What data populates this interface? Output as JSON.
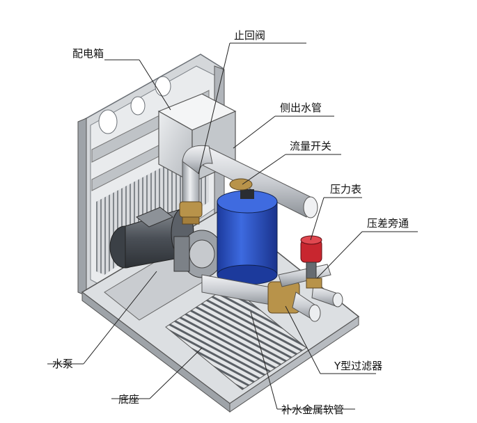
{
  "labels": {
    "check_valve": "止回阀",
    "control_box": "配电箱",
    "side_outlet_pipe": "侧出水管",
    "flow_switch": "流量开关",
    "pressure_gauge": "压力表",
    "differential_bypass": "压差旁通",
    "water_pump": "水泵",
    "y_strainer": "Y型过滤器",
    "base": "底座",
    "makeup_metal_hose": "补水金属软管"
  },
  "colors": {
    "frame": "#c9ccd0",
    "frame_dark": "#7d8288",
    "pipe": "#d8dadd",
    "tank": "#2c52c8",
    "brass": "#b8934a",
    "gauge_red": "#c8262f",
    "motor": "#5a5f66"
  }
}
